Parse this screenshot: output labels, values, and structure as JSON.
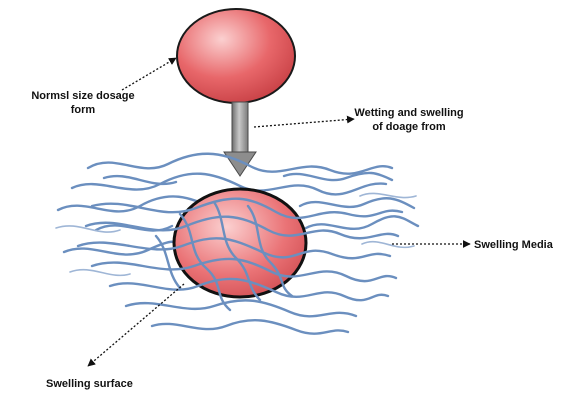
{
  "labels": {
    "normal_size_line1": "Normsl size dosage",
    "normal_size_line2": "form",
    "wetting_line1": "Wetting and swelling",
    "wetting_line2": "of doage from",
    "swelling_media": "Swelling Media",
    "swelling_surface": "Swelling surface"
  },
  "colors": {
    "dosage_fill": "#e8676a",
    "dosage_highlight": "#fbd0d0",
    "dosage_outline": "#1a1a1a",
    "fiber": "#6b8fbf",
    "fiber_light": "#9fb6d6",
    "arrow_fill": "#9a9a9a",
    "arrow_dark": "#4a4a4a"
  }
}
